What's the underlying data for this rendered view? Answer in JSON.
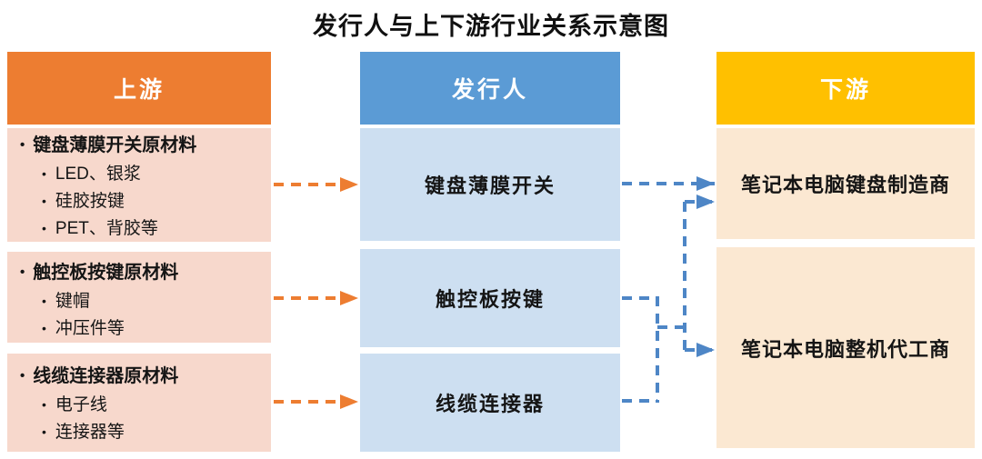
{
  "title": "发行人与上下游行业关系示意图",
  "colors": {
    "upstream_header": "#ED7D31",
    "upstream_body": "#F7D8CC",
    "issuer_header": "#5B9BD5",
    "issuer_body": "#CDDFF1",
    "downstream_header": "#FFC000",
    "downstream_body": "#FBE8D2",
    "orange_arrow": "#ED7D31",
    "blue_arrow": "#4E86C6"
  },
  "columns": {
    "upstream": {
      "header": "上游",
      "boxes": [
        {
          "title": "键盘薄膜开关原材料",
          "items": [
            "LED、银浆",
            "硅胶按键",
            "PET、背胶等"
          ]
        },
        {
          "title": "触控板按键原材料",
          "items": [
            "键帽",
            "冲压件等"
          ]
        },
        {
          "title": "线缆连接器原材料",
          "items": [
            "电子线",
            "连接器等"
          ]
        }
      ]
    },
    "issuer": {
      "header": "发行人",
      "boxes": [
        "键盘薄膜开关",
        "触控板按键",
        "线缆连接器"
      ]
    },
    "downstream": {
      "header": "下游",
      "boxes": [
        "笔记本电脑键盘制造商",
        "笔记本电脑整机代工商"
      ]
    }
  },
  "edges": [
    {
      "from": "键盘薄膜开关原材料",
      "to": "键盘薄膜开关",
      "style": "orange-dashed"
    },
    {
      "from": "触控板按键原材料",
      "to": "触控板按键",
      "style": "orange-dashed"
    },
    {
      "from": "线缆连接器原材料",
      "to": "线缆连接器",
      "style": "orange-dashed"
    },
    {
      "from": "键盘薄膜开关",
      "to": "笔记本电脑键盘制造商",
      "style": "blue-dashed"
    },
    {
      "from": "触控板按键",
      "to": "笔记本电脑键盘制造商",
      "style": "blue-dashed"
    },
    {
      "from": "触控板按键",
      "to": "笔记本电脑整机代工商",
      "style": "blue-dashed"
    },
    {
      "from": "线缆连接器",
      "to": "笔记本电脑键盘制造商",
      "style": "blue-dashed"
    },
    {
      "from": "线缆连接器",
      "to": "笔记本电脑整机代工商",
      "style": "blue-dashed"
    }
  ]
}
